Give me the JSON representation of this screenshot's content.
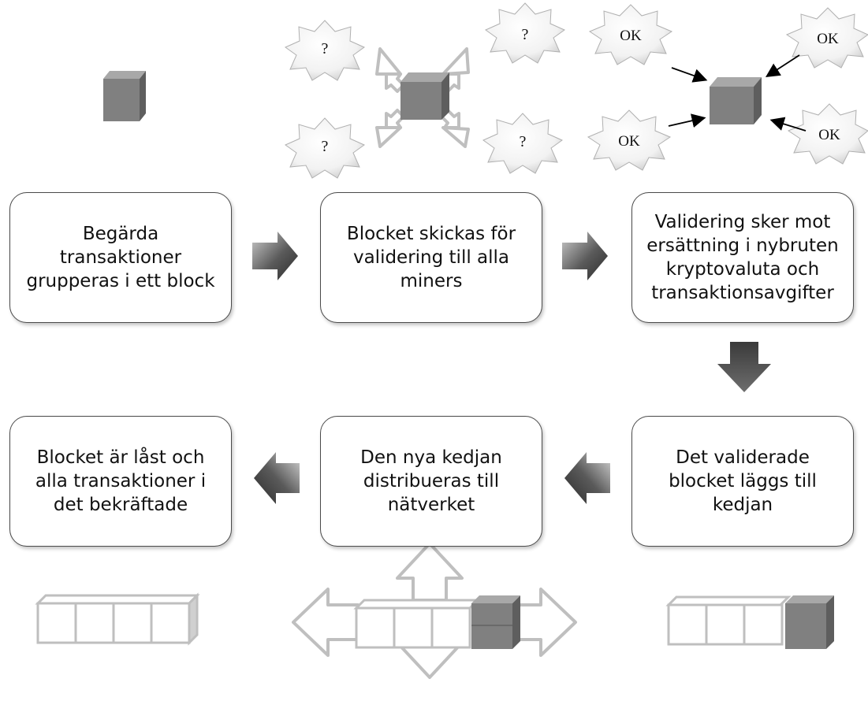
{
  "steps": {
    "group": "Begärda\ntransaktioner\ngrupperas i ett block",
    "send": "Blocket skickas för\nvalidering till alla\nminers",
    "validate": "Validering sker mot\nersättning i nybruten\nkryptovaluta och\ntransaktionsavgifter",
    "append": "Det validerade\nblocket läggs till\nkedjan",
    "distribute": "Den nya kedjan\ndistribueras till\nnätverket",
    "locked": "Blocket är låst och\nalla transaktioner i\ndet bekräftade"
  },
  "badges": {
    "question": "?",
    "ok": "OK"
  },
  "colors": {
    "block": "#808080",
    "block_dark": "#5e5e5e",
    "block_light": "#a8a8a8",
    "outline": "#bfbfbf",
    "flow_arrow": "#4d4d4d"
  }
}
